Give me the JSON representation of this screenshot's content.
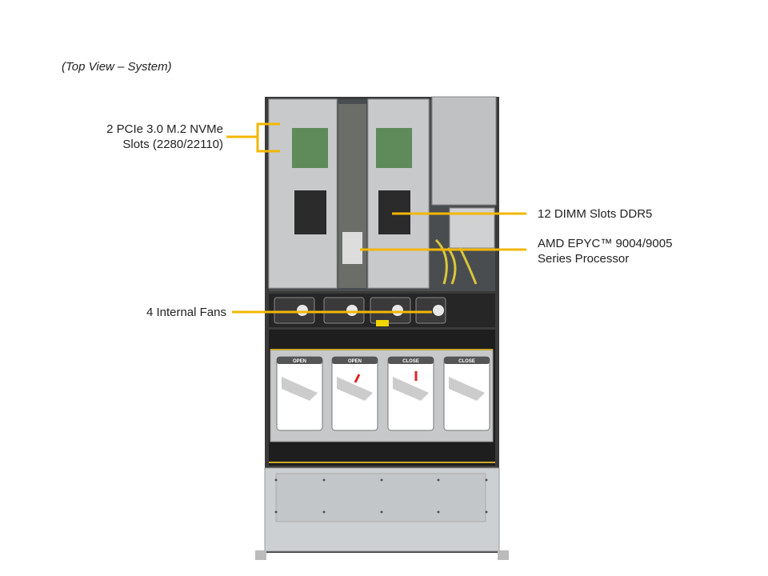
{
  "caption": "(Top View – System)",
  "callouts": {
    "m2": {
      "line1": "2 PCIe 3.0 M.2 NVMe",
      "line2": "Slots (2280/22110)"
    },
    "dimm": {
      "line1": "12 DIMM Slots DDR5"
    },
    "cpu": {
      "line1": "AMD EPYC™ 9004/9005",
      "line2": "Series Processor"
    },
    "fans": {
      "line1": "4 Internal Fans"
    }
  },
  "drive_cards": [
    {
      "title": "OPEN"
    },
    {
      "title": "OPEN"
    },
    {
      "title": "CLOSE"
    },
    {
      "title": "CLOSE"
    }
  ],
  "colors": {
    "callout": "#f2b705",
    "chassis": "#c9cbcd",
    "dark": "#2a2a2a"
  }
}
